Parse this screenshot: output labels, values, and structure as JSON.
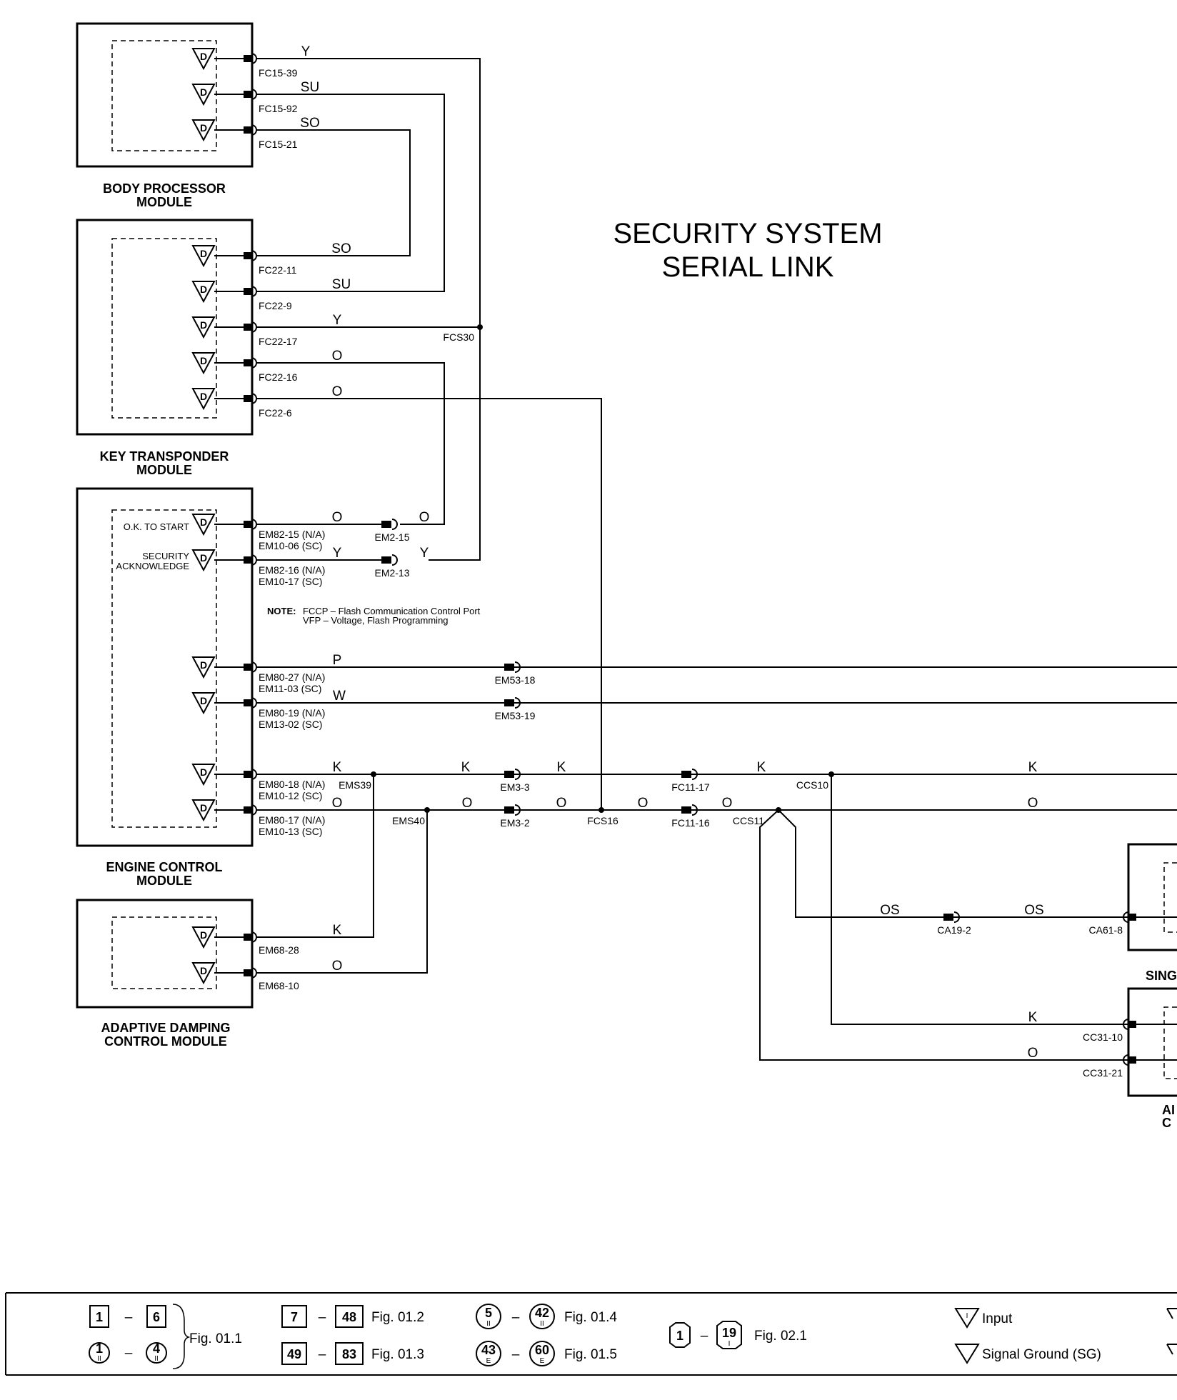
{
  "title": {
    "line1": "SECURITY SYSTEM",
    "line2": "SERIAL LINK"
  },
  "modules": {
    "bpm": {
      "name1": "BODY PROCESSOR",
      "name2": "MODULE",
      "pins": [
        {
          "conn": "FC15-39",
          "wire": "Y"
        },
        {
          "conn": "FC15-92",
          "wire": "SU"
        },
        {
          "conn": "FC15-21",
          "wire": "SO"
        }
      ]
    },
    "ktm": {
      "name1": "KEY TRANSPONDER",
      "name2": "MODULE",
      "pins": [
        {
          "conn": "FC22-11",
          "wire": "SO"
        },
        {
          "conn": "FC22-9",
          "wire": "SU"
        },
        {
          "conn": "FC22-17",
          "wire": "Y"
        },
        {
          "conn": "FC22-16",
          "wire": "O"
        },
        {
          "conn": "FC22-6",
          "wire": "O"
        }
      ]
    },
    "ecm": {
      "name1": "ENGINE CONTROL",
      "name2": "MODULE",
      "ok_to_start": "O.K. TO START",
      "security_ack1": "SECURITY",
      "security_ack2": "ACKNOWLEDGE",
      "pins": [
        {
          "conn1": "EM82-15 (N/A)",
          "conn2": "EM10-06 (SC)",
          "wire": "O"
        },
        {
          "conn1": "EM82-16 (N/A)",
          "conn2": "EM10-17 (SC)",
          "wire": "Y"
        },
        {
          "conn1": "EM80-27 (N/A)",
          "conn2": "EM11-03 (SC)",
          "wire": "P"
        },
        {
          "conn1": "EM80-19 (N/A)",
          "conn2": "EM13-02 (SC)",
          "wire": "W"
        },
        {
          "conn1": "EM80-18 (N/A)",
          "conn2": "EM10-12 (SC)",
          "wire": "K"
        },
        {
          "conn1": "EM80-17 (N/A)",
          "conn2": "EM10-13 (SC)",
          "wire": "O"
        }
      ]
    },
    "adcm": {
      "name1": "ADAPTIVE DAMPING",
      "name2": "CONTROL MODULE",
      "pins": [
        {
          "conn": "EM68-28",
          "wire": "K"
        },
        {
          "conn": "EM68-10",
          "wire": "O"
        }
      ]
    },
    "right1": {
      "name": "SING",
      "conn": "CA61-8",
      "wire": "OS"
    },
    "right2": {
      "name1": "AI",
      "name2": "C",
      "pins": [
        {
          "conn": "CC31-10",
          "wire": "K"
        },
        {
          "conn": "CC31-21",
          "wire": "O"
        }
      ]
    }
  },
  "splices": {
    "fcs30": "FCS30",
    "fcs16": "FCS16",
    "ems39": "EMS39",
    "ems40": "EMS40",
    "ccs10": "CCS10",
    "ccs11": "CCS11"
  },
  "inline_connectors": {
    "em2_15": "EM2-15",
    "em2_13": "EM2-13",
    "em53_18": "EM53-18",
    "em53_19": "EM53-19",
    "em3_3": "EM3-3",
    "em3_2": "EM3-2",
    "fc11_17": "FC11-17",
    "fc11_16": "FC11-16",
    "ca19_2": "CA19-2"
  },
  "wire_labels": {
    "y": "Y",
    "su": "SU",
    "so": "SO",
    "o": "O",
    "p": "P",
    "w": "W",
    "k": "K",
    "os": "OS"
  },
  "note": {
    "label": "NOTE:",
    "line1": "FCCP – Flash Communication Control Port",
    "line2": "VFP – Voltage, Flash Programming"
  },
  "legend": {
    "fig011": {
      "a": "1",
      "b": "6",
      "c": "1",
      "d": "4",
      "cs": "II",
      "ds": "II",
      "label": "Fig. 01.1"
    },
    "fig012": {
      "a": "7",
      "b": "48",
      "label": "Fig. 01.2"
    },
    "fig013": {
      "a": "49",
      "b": "83",
      "label": "Fig. 01.3"
    },
    "fig014": {
      "a": "5",
      "b": "42",
      "as": "II",
      "bs": "II",
      "label": "Fig. 01.4"
    },
    "fig015": {
      "a": "43",
      "b": "60",
      "as": "E",
      "bs": "E",
      "label": "Fig. 01.5"
    },
    "fig021": {
      "a": "1",
      "b": "19",
      "bs": "I",
      "label": "Fig. 02.1"
    },
    "input_label": "Input",
    "input_symbol": "I",
    "sg_label": "Signal Ground (SG)",
    "dash": "–",
    "pin_symbol": "D"
  }
}
